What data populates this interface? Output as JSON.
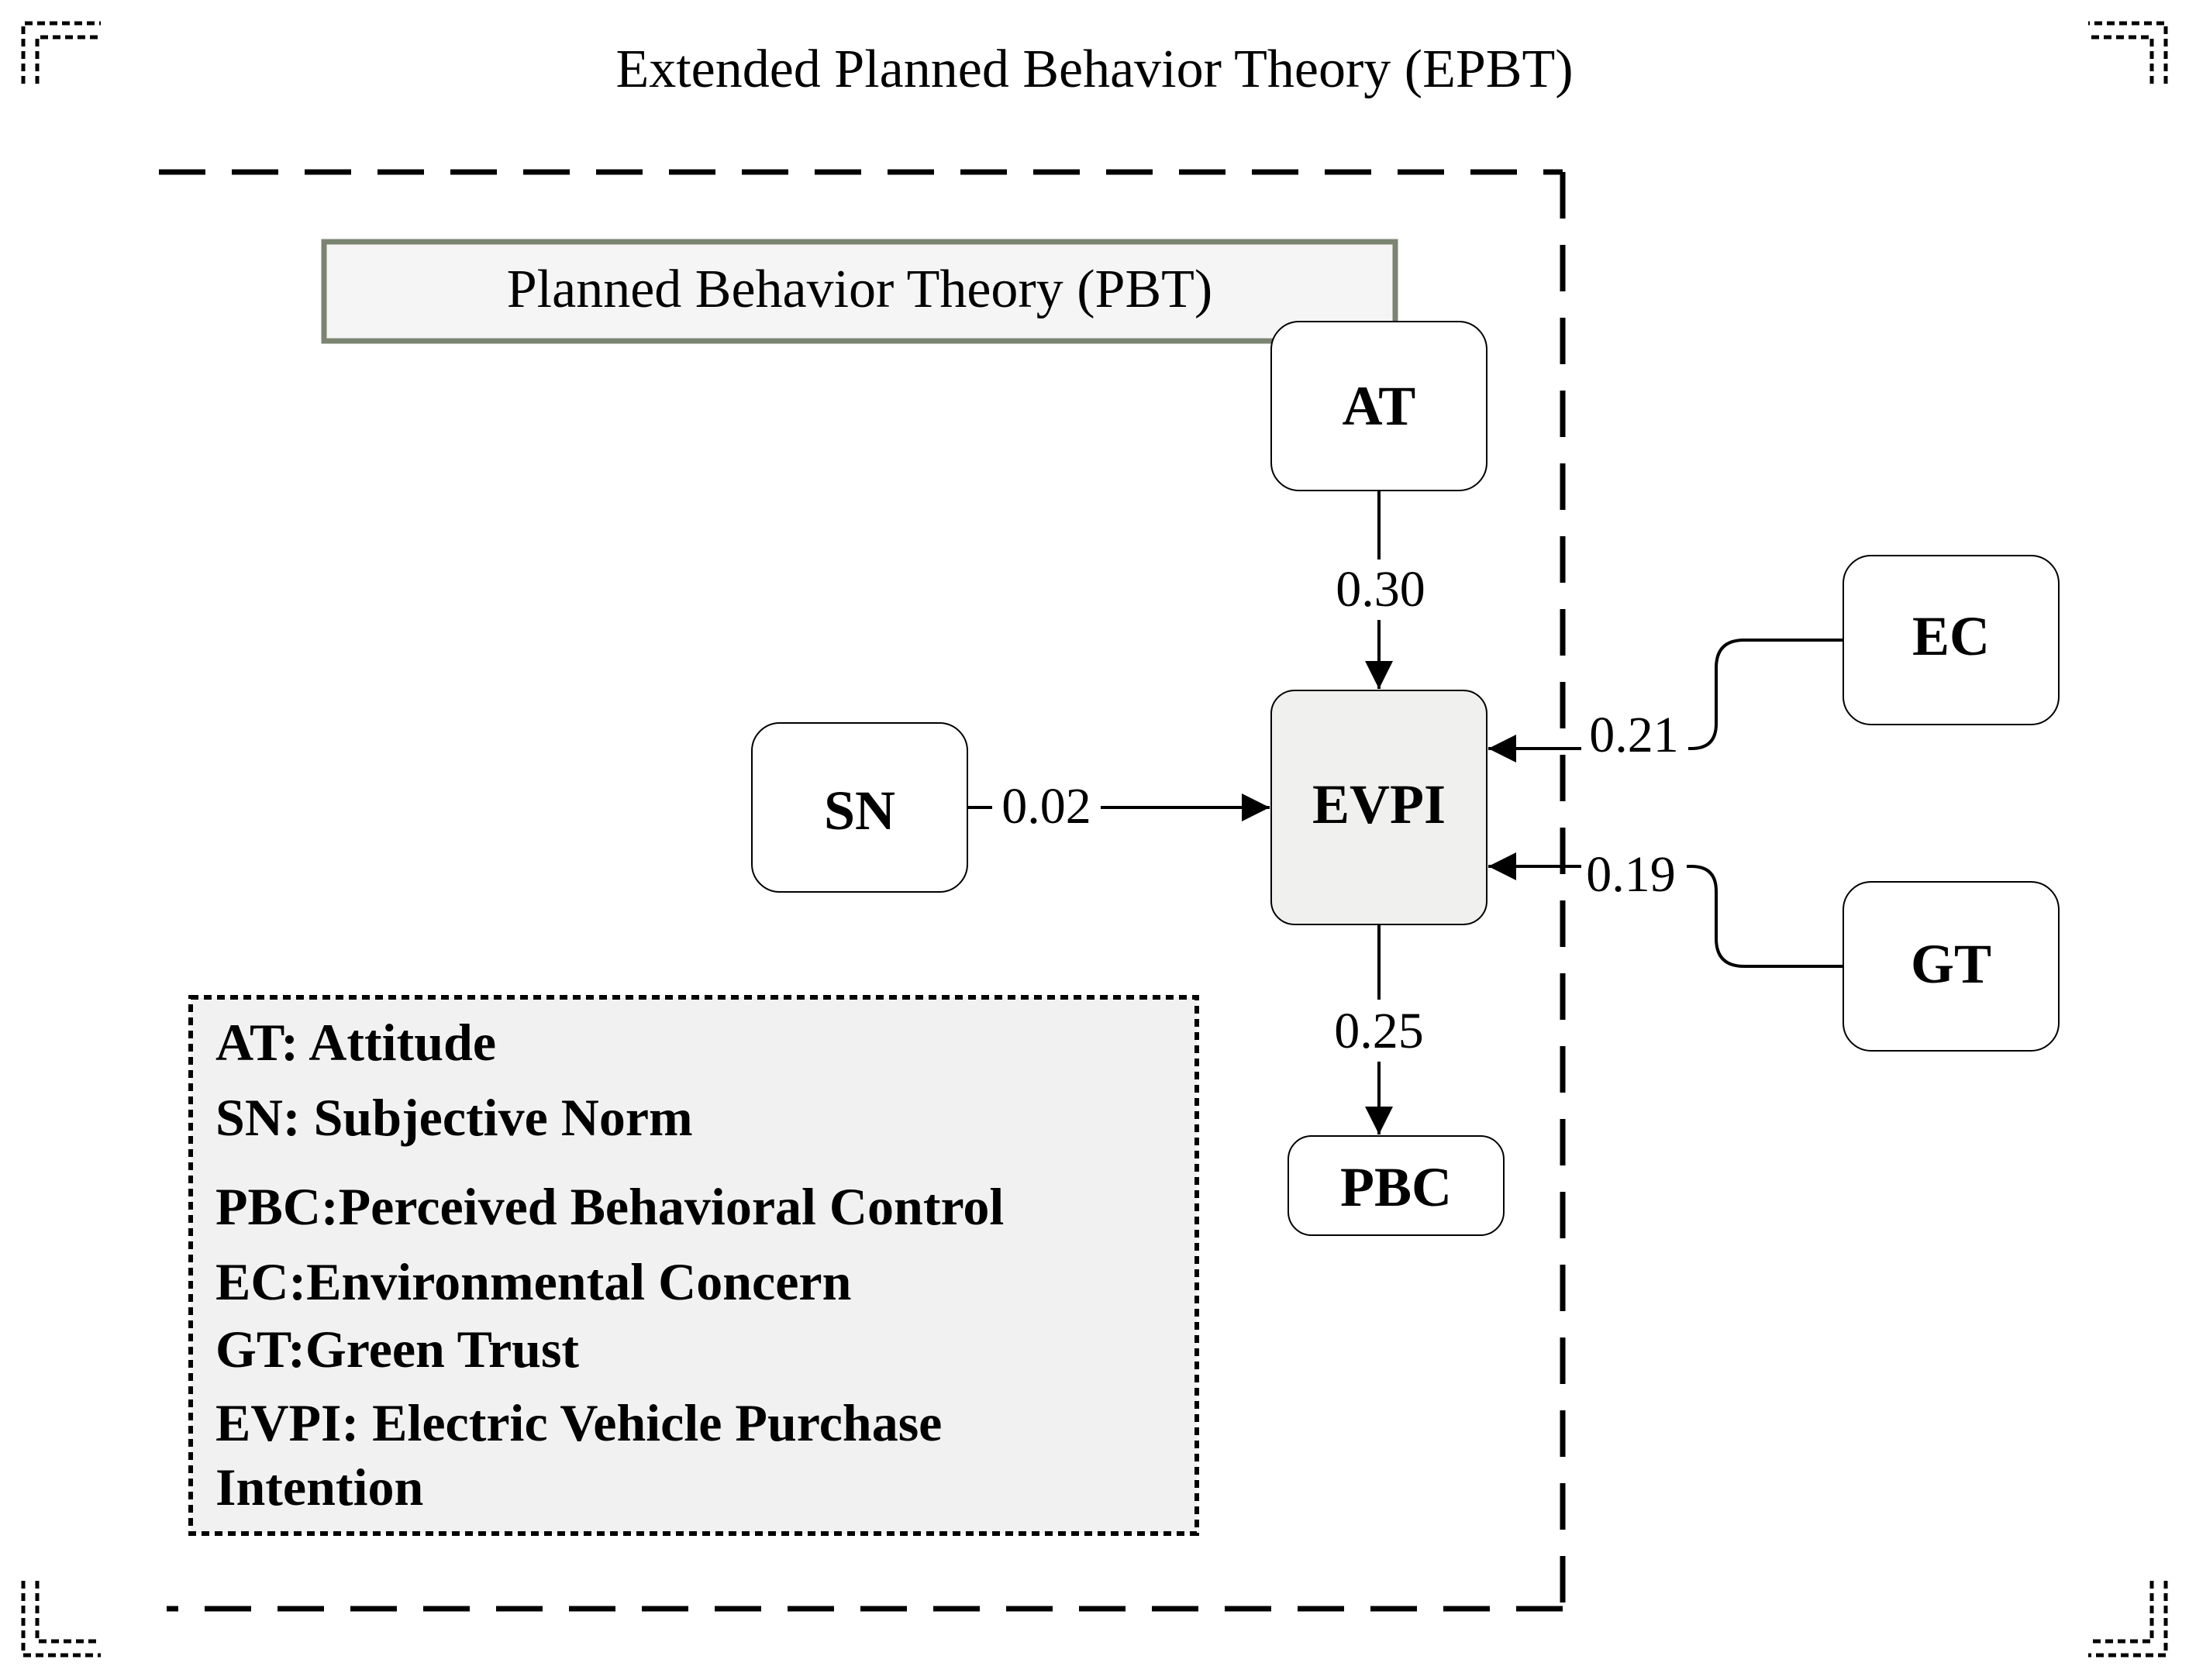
{
  "title": "Extended Planned Behavior Theory (EPBT)",
  "inner_box_label": "Planned Behavior Theory (PBT)",
  "nodes": {
    "at": "AT",
    "sn": "SN",
    "evpi": "EVPI",
    "pbc": "PBC",
    "ec": "EC",
    "gt": "GT"
  },
  "coefficients": {
    "at_evpi": "0.30",
    "sn_evpi": "0.02",
    "evpi_pbc": "0.25",
    "ec_evpi": "0.21",
    "gt_evpi": "0.19"
  },
  "legend": [
    "AT: Attitude",
    "SN: Subjective Norm",
    "PBC:Perceived Behavioral Control",
    "EC:Environmental Concern",
    "GT:Green Trust",
    "EVPI: Electric Vehicle Purchase",
    "Intention"
  ],
  "colors": {
    "pbt_box_border": "#7a8471",
    "pbt_box_fill": "#f5f5f5",
    "evpi_fill": "#f0f0ee",
    "legend_fill": "#f2f1f1"
  }
}
